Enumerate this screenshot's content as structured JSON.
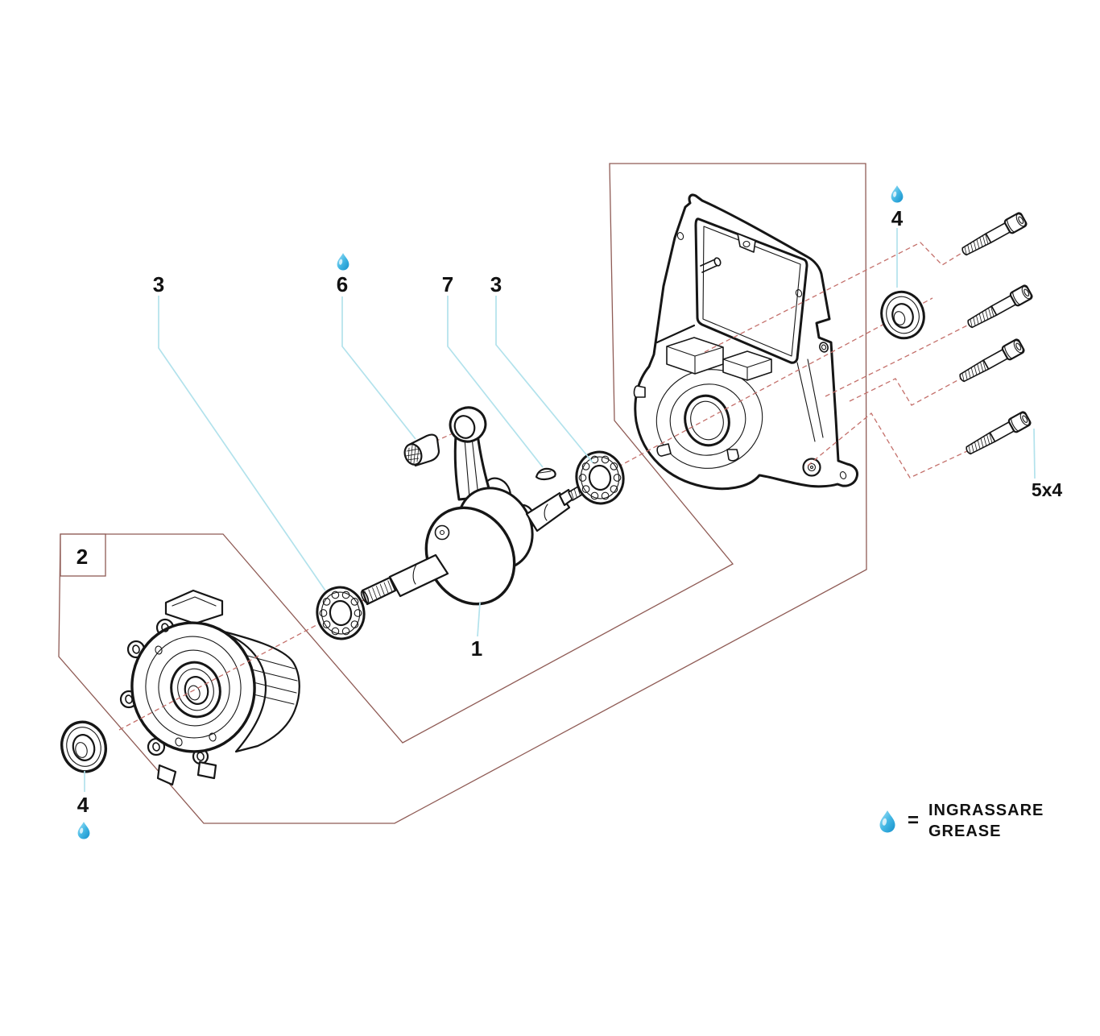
{
  "diagram": {
    "type": "exploded-parts-diagram",
    "subject": "engine crankcase and crankshaft assembly",
    "callouts": {
      "bearing_left": "3",
      "needle_cage": "6",
      "woodruff_key": "7",
      "bearing_right": "3",
      "crankshaft": "1",
      "crankcase_half": "2",
      "oil_seal_left": "4",
      "oil_seal_right": "4",
      "screw_set": "5x4"
    },
    "legend": {
      "equals": "=",
      "term_italian": "INGRASSARE",
      "term_english": "GREASE"
    },
    "colors": {
      "leader_line": "#b2e2ec",
      "reference_dash": "#c4706b",
      "frame_outline": "#8f5b55",
      "grease_drop": "#2fa8dc",
      "ink": "#161616"
    }
  }
}
